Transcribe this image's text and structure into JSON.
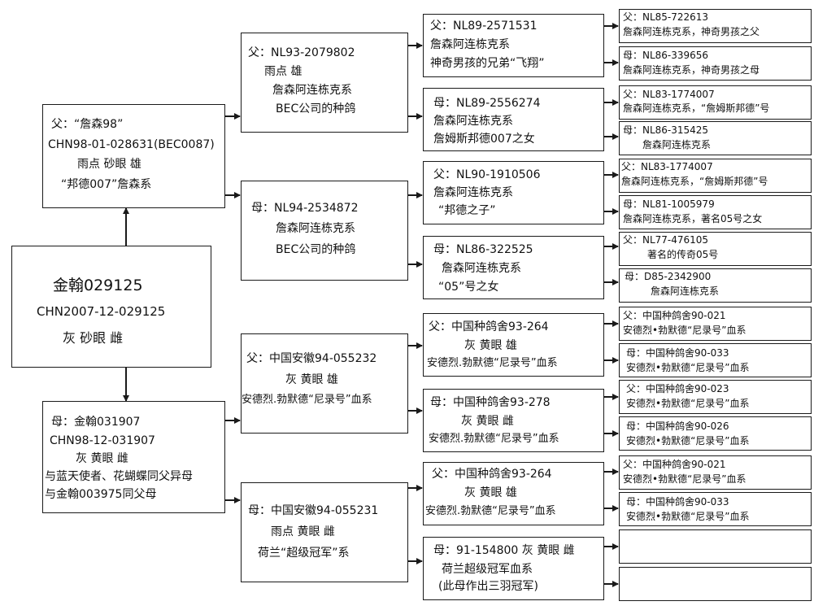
{
  "subject": {
    "lines": [
      "金翰029125",
      "CHN2007-12-029125",
      "灰  砂眼  雌"
    ]
  },
  "gen1": {
    "sire": [
      "父：“詹森98”",
      "CHN98-01-028631(BEC0087)",
      "雨点  砂眼  雄",
      "“邦德007”詹森系"
    ],
    "dam": [
      "母：金翰031907",
      "CHN98-12-031907",
      "灰  黄眼  雌",
      "与蓝天使者、花蝴蝶同父异母",
      "与金翰003975同父母"
    ]
  },
  "gen2": {
    "ss": [
      "父：NL93-2079802",
      "雨点  雄",
      "詹森阿连栋克系",
      "BEC公司的种鸽"
    ],
    "sd": [
      "母：NL94-2534872",
      "詹森阿连栋克系",
      "BEC公司的种鸽"
    ],
    "ds": [
      "父：中国安徽94-055232",
      "灰  黄眼  雄",
      "安德烈.勃默德“尼录号”血系"
    ],
    "dd": [
      "母：中国安徽94-055231",
      "雨点  黄眼  雌",
      "荷兰“超级冠军”系"
    ]
  },
  "gen3": {
    "sss": [
      "父：NL89-2571531",
      "詹森阿连栋克系",
      "神奇男孩的兄弟“飞翔”"
    ],
    "ssd": [
      "母：NL89-2556274",
      "詹森阿连栋克系",
      "詹姆斯邦德007之女"
    ],
    "sds": [
      "父：NL90-1910506",
      "詹森阿连栋克系",
      "“邦德之子”"
    ],
    "sdd": [
      "母：NL86-322525",
      "詹森阿连栋克系",
      "“05”号之女"
    ],
    "dss": [
      "父：中国种鸽舍93-264",
      "灰  黄眼  雄",
      "安德烈.勃默德“尼录号”血系"
    ],
    "dsd": [
      "母：中国种鸽舍93-278",
      "灰  黄眼  雌",
      "安德烈.勃默德“尼录号”血系"
    ],
    "dds": [
      "父：中国种鸽舍93-264",
      "灰  黄眼  雄",
      "安德烈.勃默德“尼录号”血系"
    ],
    "ddd": [
      "母：91-154800  灰  黄眼  雌",
      "荷兰超级冠军血系",
      "(此母作出三羽冠军)"
    ]
  },
  "gen4": [
    [
      "父：NL85-722613",
      "詹森阿连栋克系，神奇男孩之父"
    ],
    [
      "母：NL86-339656",
      "詹森阿连栋克系，神奇男孩之母"
    ],
    [
      "父：NL83-1774007",
      "詹森阿连栋克系，“詹姆斯邦德”号"
    ],
    [
      "母：NL86-315425",
      "詹森阿连栋克系"
    ],
    [
      "父：NL83-1774007",
      "詹森阿连栋克系，“詹姆斯邦德”号"
    ],
    [
      "母：NL81-1005979",
      "詹森阿连栋克系，著名05号之女"
    ],
    [
      "父：NL77-476105",
      "著名的传奇05号"
    ],
    [
      "母：D85-2342900",
      "詹森阿连栋克系"
    ],
    [
      "父：中国种鸽舍90-021",
      "安德烈•勃默德“尼录号”血系"
    ],
    [
      "母：中国种鸽舍90-033",
      "安德烈•勃默德“尼录号”血系"
    ],
    [
      "父：中国种鸽舍90-023",
      "安德烈•勃默德“尼录号”血系"
    ],
    [
      "母：中国种鸽舍90-026",
      "安德烈•勃默德“尼录号”血系"
    ],
    [
      "父：中国种鸽舍90-021",
      "安德烈•勃默德“尼录号”血系"
    ],
    [
      "母：中国种鸽舍90-033",
      "安德烈•勃默德“尼录号”血系"
    ],
    [],
    []
  ]
}
